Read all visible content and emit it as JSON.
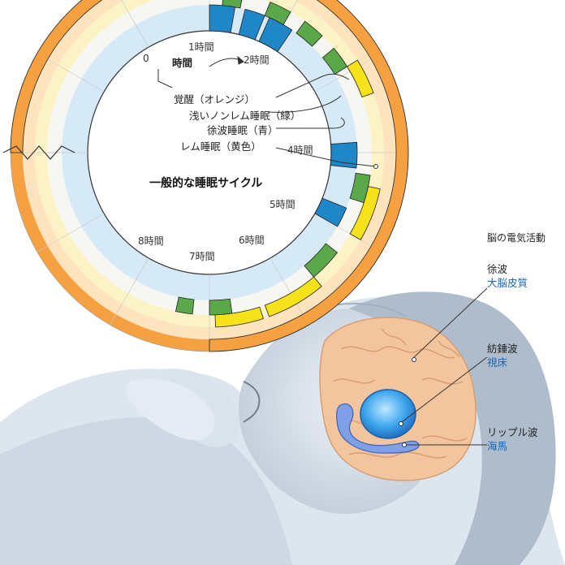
{
  "diagram": {
    "title": "一般的な睡眠サイクル",
    "hour_labels": [
      "0",
      "1時間",
      "2時間",
      "4時間",
      "5時間",
      "6時間",
      "7時間",
      "8時間"
    ],
    "direction_label": "時間",
    "legend": {
      "awake": "覚醒（オレンジ）",
      "light_nrem": "浅いノンレム睡眠（緑）",
      "slow_wave": "徐波睡眠（青）",
      "rem": "レム睡眠（黄色）"
    },
    "colors": {
      "awake": "#f5a142",
      "light_nrem": "#5aa84a",
      "slow_wave": "#1f86c8",
      "rem": "#f5e21a",
      "track_awake": "#fde4bf",
      "track_light": "#f6f6f2",
      "track_deep": "#d6e9f6",
      "track_rem": "#fbf3c6"
    }
  },
  "brain": {
    "heading": "脳の電気活動",
    "waves": [
      {
        "wave": "徐波",
        "region": "大脳皮質"
      },
      {
        "wave": "紡錘波",
        "region": "視床"
      },
      {
        "wave": "リップル波",
        "region": "海馬"
      }
    ]
  }
}
